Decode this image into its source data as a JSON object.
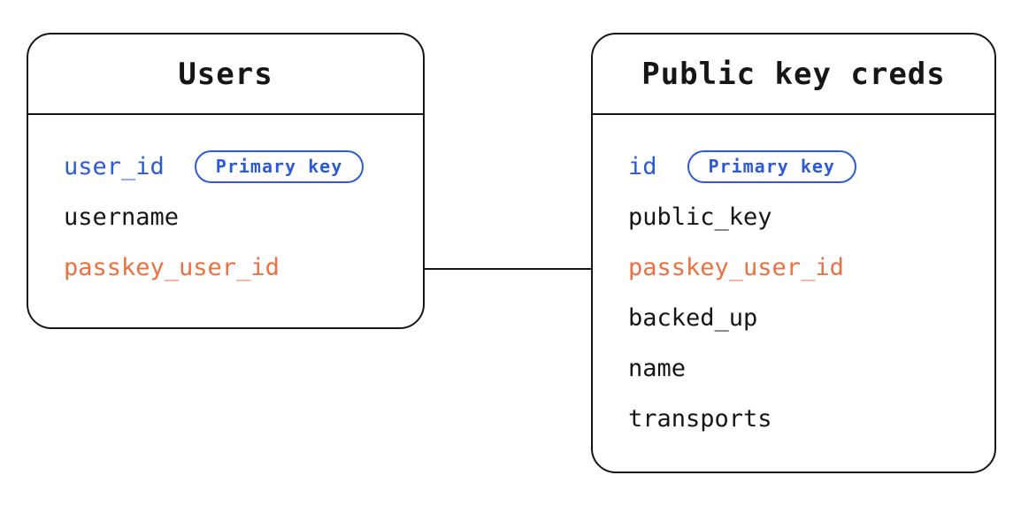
{
  "diagram": {
    "colors": {
      "line": "#161616",
      "ink": "#161616",
      "primary_key_blue": "#2b5bd7",
      "foreign_key_orange": "#ed7140",
      "background": "#ffffff"
    },
    "tables": [
      {
        "title": "Users",
        "fields": [
          {
            "name": "user_id",
            "role": "primary",
            "badge": "Primary key"
          },
          {
            "name": "username",
            "role": "default"
          },
          {
            "name": "passkey_user_id",
            "role": "foreign"
          }
        ]
      },
      {
        "title": "Public key creds",
        "fields": [
          {
            "name": "id",
            "role": "primary",
            "badge": "Primary key"
          },
          {
            "name": "public_key",
            "role": "default"
          },
          {
            "name": "passkey_user_id",
            "role": "foreign"
          },
          {
            "name": "backed_up",
            "role": "default"
          },
          {
            "name": "name",
            "role": "default"
          },
          {
            "name": "transports",
            "role": "default"
          }
        ]
      }
    ],
    "relationship": {
      "from": "Users.passkey_user_id",
      "to": "Public key creds.passkey_user_id"
    }
  }
}
